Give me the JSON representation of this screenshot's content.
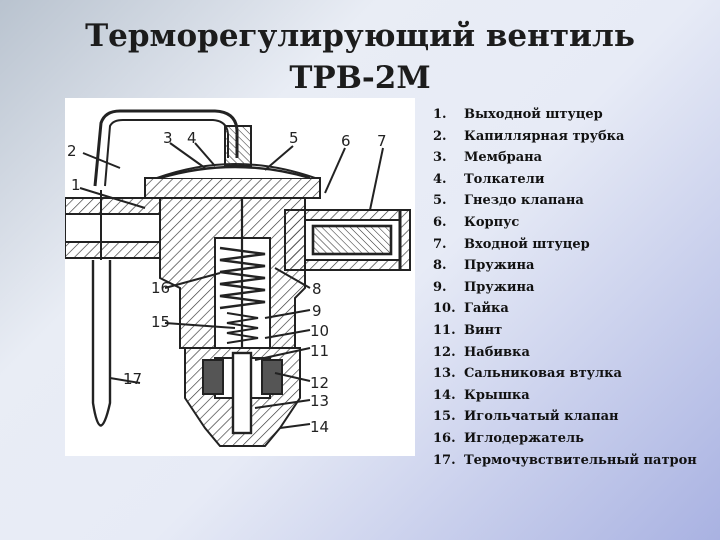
{
  "slide": {
    "title_line1": "Терморегулирующий вентиль",
    "title_line2": "ТРВ-2М"
  },
  "figure": {
    "callouts": [
      "1",
      "2",
      "3",
      "4",
      "5",
      "6",
      "7",
      "8",
      "9",
      "10",
      "11",
      "12",
      "13",
      "14",
      "15",
      "16",
      "17"
    ]
  },
  "legend": [
    {
      "num": "1.",
      "text": "Выходной штуцер"
    },
    {
      "num": "2.",
      "text": "Капиллярная трубка"
    },
    {
      "num": "3.",
      "text": "Мембрана"
    },
    {
      "num": "4.",
      "text": "Толкатели"
    },
    {
      "num": "5.",
      "text": "Гнездо клапана"
    },
    {
      "num": "6.",
      "text": "Корпус"
    },
    {
      "num": "7.",
      "text": "Входной штуцер"
    },
    {
      "num": "8.",
      "text": "Пружина"
    },
    {
      "num": "9.",
      "text": "Пружина"
    },
    {
      "num": "10.",
      "text": "Гайка"
    },
    {
      "num": "11.",
      "text": "Винт"
    },
    {
      "num": "12.",
      "text": "Набивка"
    },
    {
      "num": "13.",
      "text": "Сальниковая втулка"
    },
    {
      "num": "14.",
      "text": "Крышка"
    },
    {
      "num": "15.",
      "text": "Игольчатый клапан"
    },
    {
      "num": "16.",
      "text": "Иглодержатель"
    },
    {
      "num": "17.",
      "text": "Термочувствительный патрон"
    }
  ]
}
